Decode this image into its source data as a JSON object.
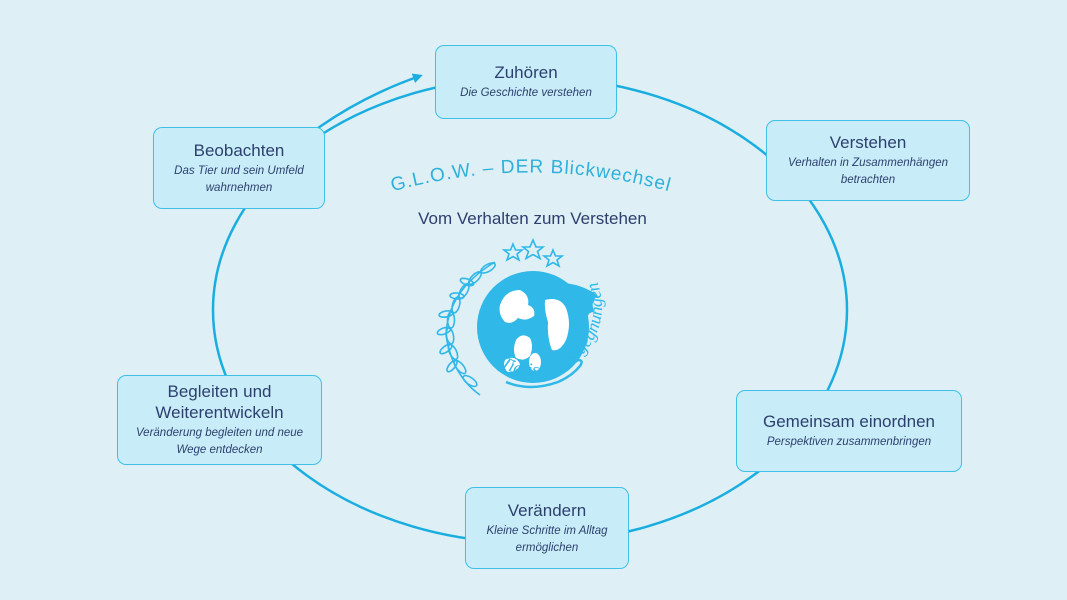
{
  "center": {
    "title": "G.L.O.W. – DER Blickwechsel",
    "subtitle": "Vom Verhalten zum Verstehen"
  },
  "logo": {
    "text": "Tierische Begegnungen",
    "color": "#2fb8e8"
  },
  "colors": {
    "background": "#deeff5",
    "node_fill": "#c9edf8",
    "node_border": "#3fc0e8",
    "cycle_line": "#1aaee0",
    "text": "#2c3f6e"
  },
  "nodes": [
    {
      "id": "zuhoeren",
      "title": "Zuhören",
      "sub": "Die Geschichte verstehen"
    },
    {
      "id": "verstehen",
      "title": "Verstehen",
      "sub": "Verhalten in Zusammenhängen betrachten"
    },
    {
      "id": "gemeinsam",
      "title": "Gemeinsam einordnen",
      "sub": "Perspektiven zusammenbringen"
    },
    {
      "id": "veraendern",
      "title": "Verändern",
      "sub": "Kleine Schritte im Alltag ermöglichen"
    },
    {
      "id": "begleiten",
      "title": "Begleiten und Weiterentwickeln",
      "sub": "Veränderung begleiten und neue Wege entdecken"
    },
    {
      "id": "beobachten",
      "title": "Beobachten",
      "sub": "Das Tier und sein Umfeld wahrnehmen"
    }
  ]
}
